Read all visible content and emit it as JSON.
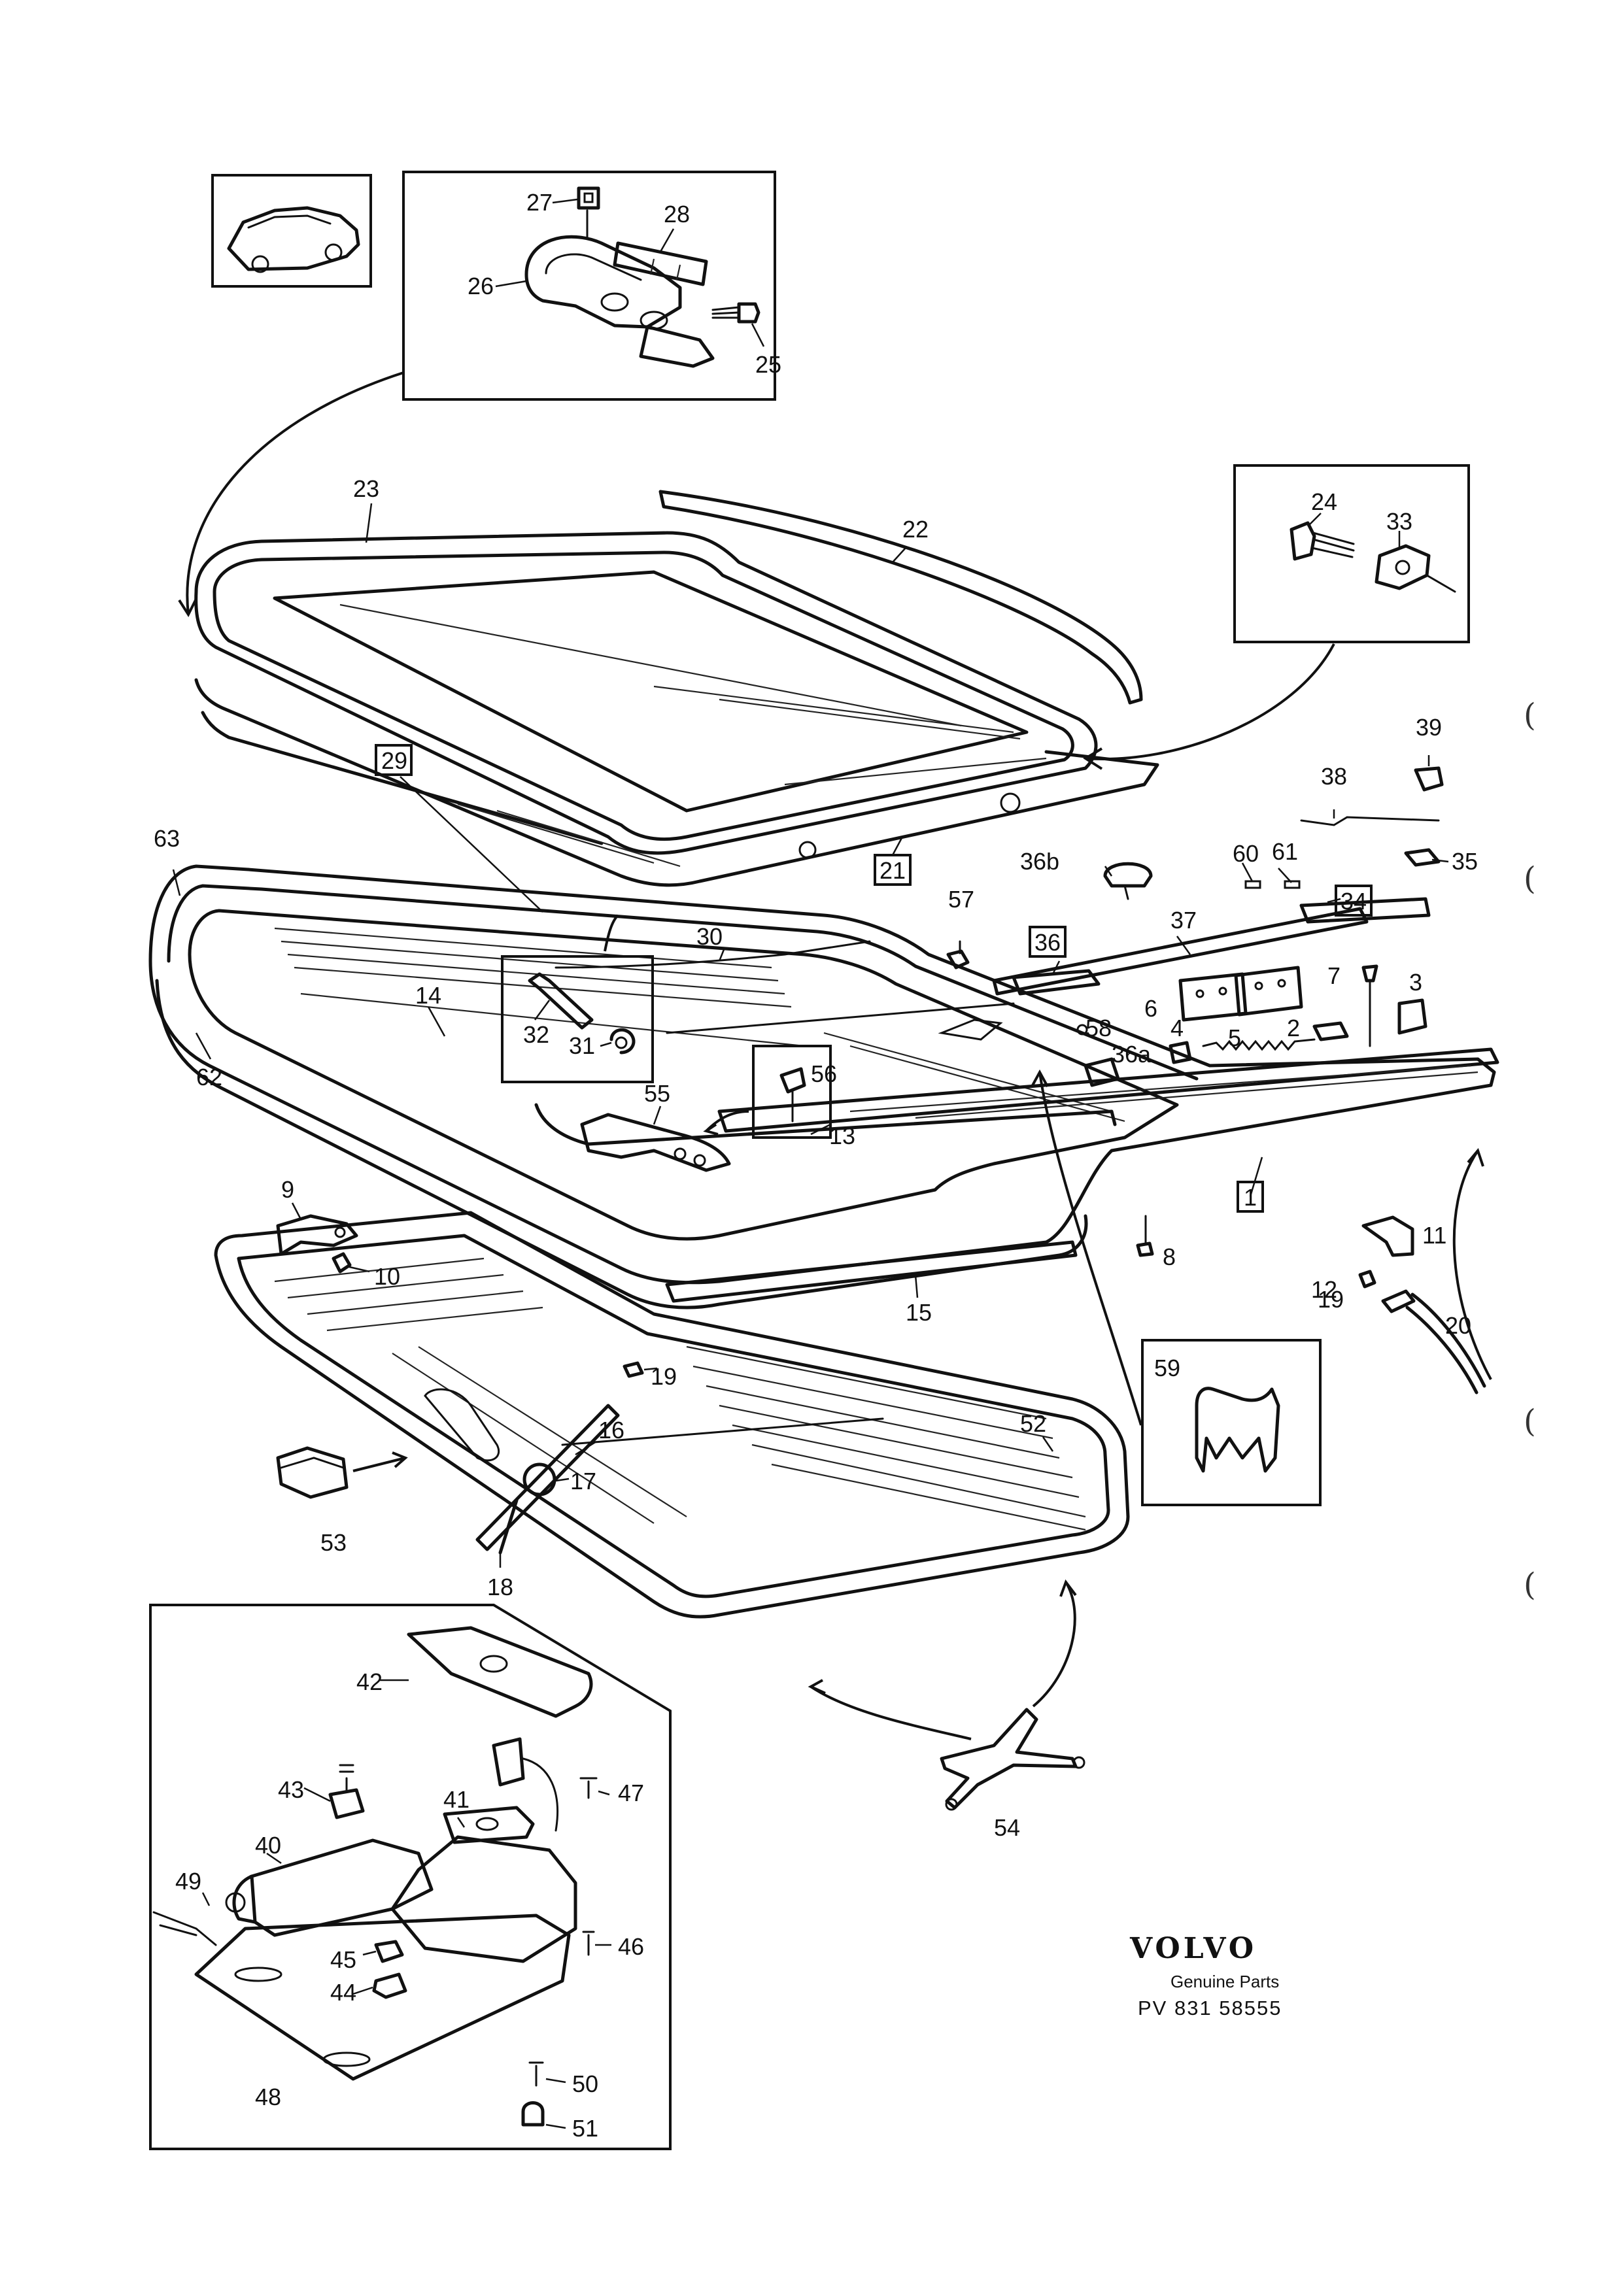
{
  "callouts": {
    "c1": "1",
    "c2": "2",
    "c3": "3",
    "c4": "4",
    "c5": "5",
    "c6": "6",
    "c7": "7",
    "c8": "8",
    "c9": "9",
    "c10": "10",
    "c11": "11",
    "c12": "12",
    "c13": "13",
    "c14": "14",
    "c15": "15",
    "c16": "16",
    "c17": "17",
    "c18": "18",
    "c19a": "19",
    "c19b": "19",
    "c20": "20",
    "c21": "21",
    "c22": "22",
    "c23": "23",
    "c24": "24",
    "c25": "25",
    "c26": "26",
    "c27": "27",
    "c28": "28",
    "c29": "29",
    "c30": "30",
    "c31": "31",
    "c32": "32",
    "c33": "33",
    "c34": "34",
    "c35": "35",
    "c36": "36",
    "c36a": "36a",
    "c36b": "36b",
    "c37": "37",
    "c38": "38",
    "c39": "39",
    "c40": "40",
    "c41": "41",
    "c42": "42",
    "c43": "43",
    "c44": "44",
    "c45": "45",
    "c46": "46",
    "c47": "47",
    "c48": "48",
    "c49": "49",
    "c50": "50",
    "c51": "51",
    "c52": "52",
    "c53": "53",
    "c54": "54",
    "c55": "55",
    "c56": "56",
    "c57": "57",
    "c58": "58",
    "c59": "59",
    "c60": "60",
    "c61": "61",
    "c62": "62",
    "c63": "63"
  },
  "branding": {
    "logo_text": "VOLVO",
    "subtitle": "Genuine Parts",
    "part_number": "PV 831 58555"
  },
  "margin_marks": [
    "(",
    "(",
    "(",
    "("
  ]
}
